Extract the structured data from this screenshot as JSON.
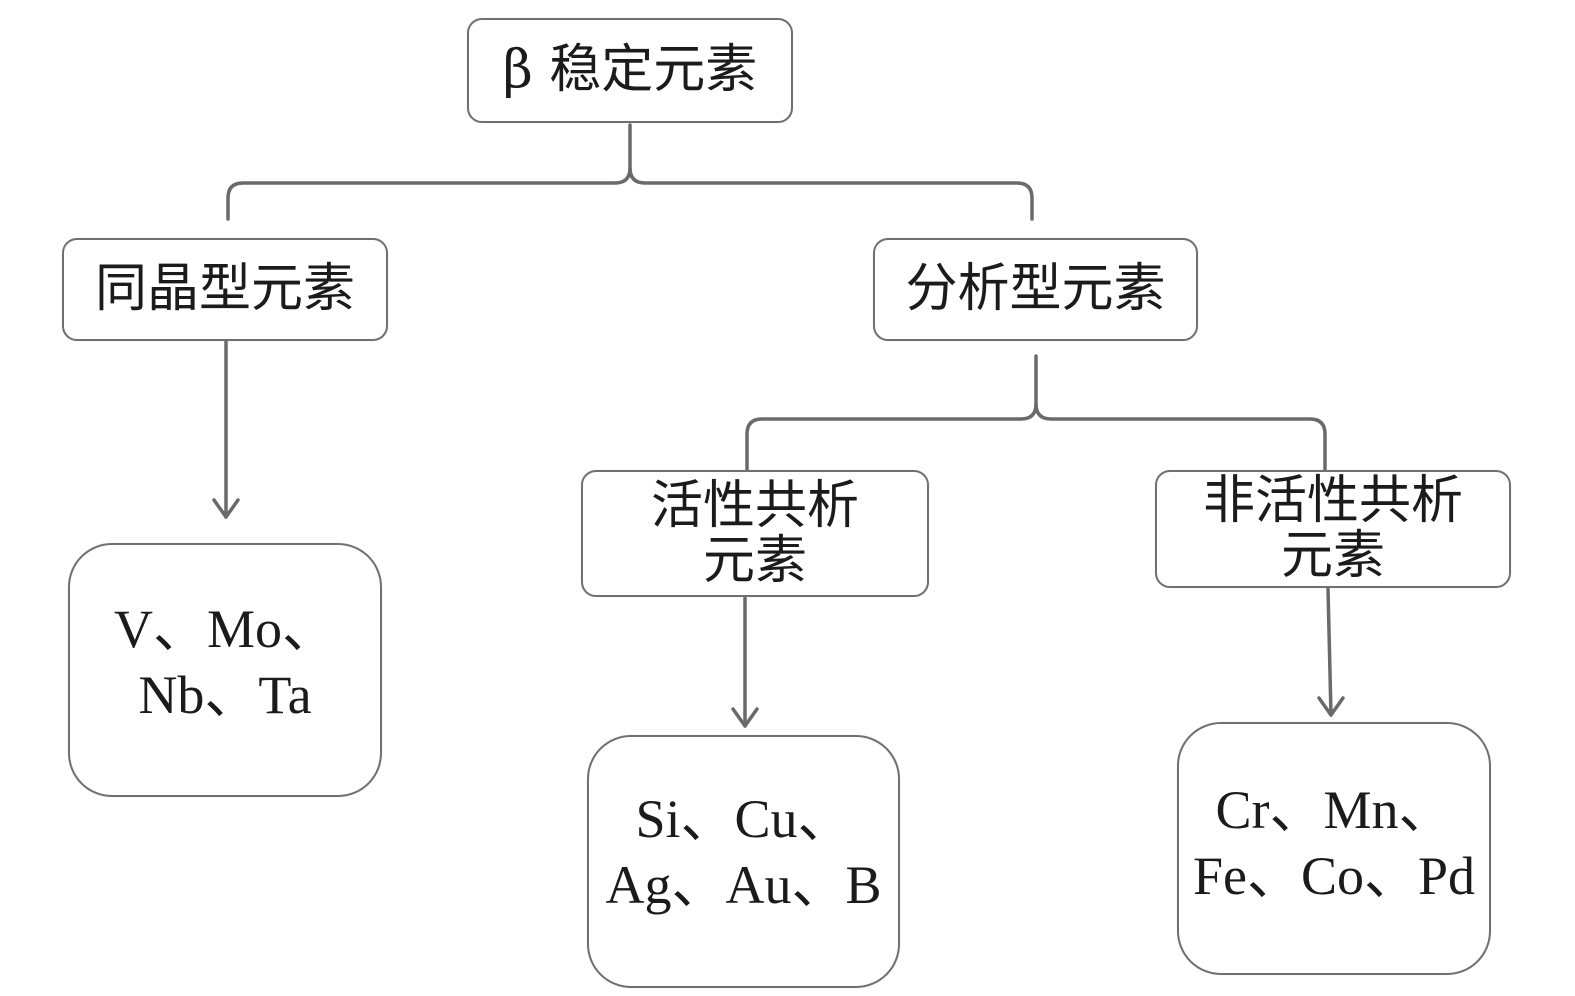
{
  "nodes": {
    "root": {
      "lines": [
        "β 稳定元素"
      ]
    },
    "isomorphous_type": {
      "lines": [
        "同晶型元素"
      ]
    },
    "eutectoid_type": {
      "lines": [
        "分析型元素"
      ]
    },
    "active_eutectoid": {
      "lines": [
        "活性共析",
        "元素"
      ]
    },
    "inactive_eutectoid": {
      "lines": [
        "非活性共析",
        "元素"
      ]
    },
    "isomorphous_elements": {
      "lines": [
        "V、Mo、",
        "Nb、Ta"
      ]
    },
    "active_eutectoid_elements": {
      "lines": [
        "Si、Cu、",
        "Ag、Au、B"
      ]
    },
    "inactive_eutectoid_elements": {
      "lines": [
        "Cr、Mn、",
        "Fe、Co、Pd"
      ]
    }
  },
  "colors": {
    "border": "#707070",
    "connector": "#6a6a6a",
    "text": "#1b1b1b",
    "background": "#ffffff"
  }
}
